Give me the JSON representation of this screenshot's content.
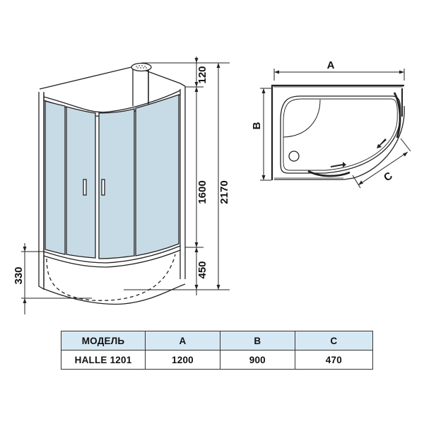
{
  "front_view": {
    "dimensions": {
      "top_offset": "120",
      "door_height": "1600",
      "tray_height": "450",
      "total_height": "2170",
      "tray_depth": "330"
    },
    "colors": {
      "glass": "#c7dbe6",
      "line": "#222222"
    }
  },
  "plan_view": {
    "labels": {
      "width": "A",
      "depth": "B",
      "radius": "C"
    }
  },
  "spec_table": {
    "headers": [
      "МОДЕЛЬ",
      "A",
      "B",
      "C"
    ],
    "rows": [
      [
        "HALLE 1201",
        "1200",
        "900",
        "470"
      ]
    ],
    "header_bg": "#d7e8f5"
  }
}
